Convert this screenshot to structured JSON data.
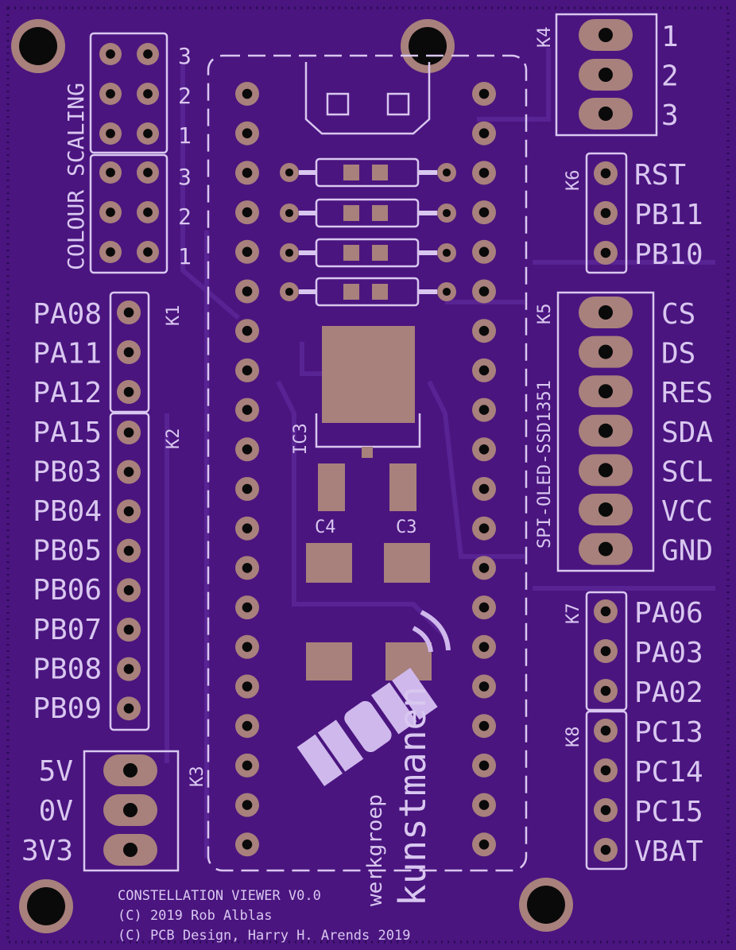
{
  "colors": {
    "board": "#4a157f",
    "board_dark": "#3b0f6a",
    "silkscreen": "#d9c7f0",
    "copper_pad": "#a8807c",
    "hole": "#0a0a0a",
    "trace": "#5a2596"
  },
  "logo": {
    "small": "werkgroep",
    "large": "kunstmanen",
    "icon": "satellite-icon"
  },
  "colour_scaling": {
    "title": "COLOUR SCALING",
    "numbers": [
      "3",
      "2",
      "1",
      "3",
      "2",
      "1"
    ]
  },
  "refdes": {
    "k1": "K1",
    "k2": "K2",
    "k3": "K3",
    "k4": "K4",
    "k5": "K5",
    "k6": "K6",
    "k7": "K7",
    "k8": "K8",
    "ic3": "IC3",
    "c3": "C3",
    "c4": "C4"
  },
  "left_labels": [
    "PA08",
    "PA11",
    "PA12",
    "PA15",
    "PB03",
    "PB04",
    "PB05",
    "PB06",
    "PB07",
    "PB08",
    "PB09"
  ],
  "power_labels": [
    "5V",
    "0V",
    "3V3"
  ],
  "k4_labels": [
    "1",
    "2",
    "3"
  ],
  "k6_labels": [
    "RST",
    "PB11",
    "PB10"
  ],
  "k5_title": "SPI-OLED-SSD1351",
  "k5_labels": [
    "CS",
    "DS",
    "RES",
    "SDA",
    "SCL",
    "VCC",
    "GND"
  ],
  "k7_labels": [
    "PA06",
    "PA03",
    "PA02"
  ],
  "k8_labels": [
    "PC13",
    "PC14",
    "PC15",
    "VBAT"
  ],
  "footer": {
    "line1": "CONSTELLATION VIEWER V0.0",
    "line2": "(C) 2019 Rob Alblas",
    "line3": "(C) PCB Design, Harry H. Arends 2019"
  }
}
